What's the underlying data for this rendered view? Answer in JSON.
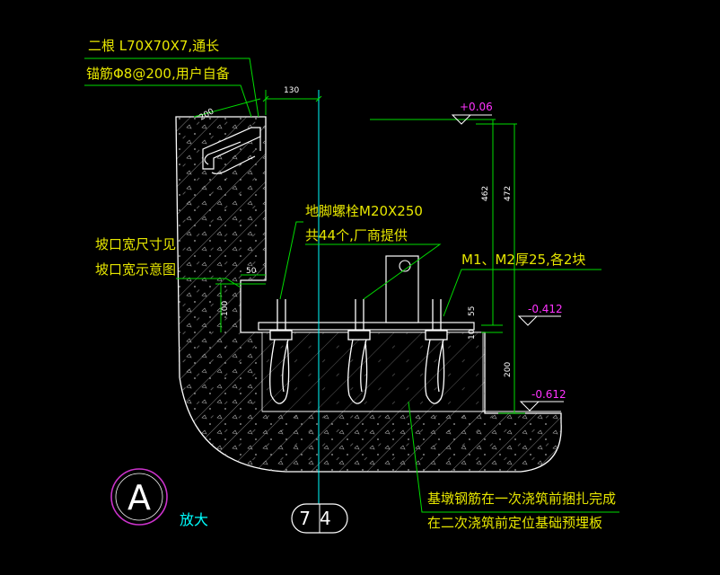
{
  "notes": {
    "angle_note": "二根  L70X70X7,通长",
    "anchor_note": "锚筋Φ8@200,用户自备",
    "bolt_note_1": "地脚螺栓M20X250",
    "bolt_note_2": "共44个,厂商提供",
    "gap_note_1": "坡口宽尺寸见",
    "gap_note_2": "坡口宽示意图",
    "plate_note": "M1、M2厚25,各2块",
    "rebar_note_1": "基墩钢筋在一次浇筑前捆扎完成",
    "rebar_note_2": "在二次浇筑前定位基础预埋板"
  },
  "dimensions": {
    "d130": "130",
    "d200_top": "200",
    "d462": "462",
    "d472": "472",
    "d50": "50",
    "d100": "100",
    "d55": "55",
    "d10": "10",
    "d200_right": "200"
  },
  "elevations": {
    "e1": "+0.06",
    "e2": "-0.412",
    "e3": "-0.612"
  },
  "detail": {
    "symbol": "A",
    "label": "放大",
    "axis": "74"
  },
  "colors": {
    "background": "#000000",
    "yellow_text": "#e6e600",
    "leader_green": "#00dd00",
    "axis_cyan": "#00ffff",
    "elevation_magenta": "#ff33ff",
    "outline_white": "#ffffff",
    "circle_magenta": "#cc33cc"
  }
}
